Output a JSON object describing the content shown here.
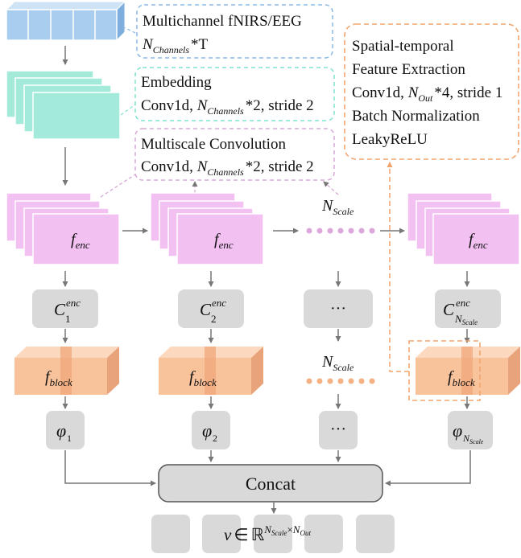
{
  "input_box": {
    "line1": "Multichannel fNIRS/EEG",
    "n": "N",
    "sub": "Channels",
    "rest": "*T"
  },
  "embedding_box": {
    "line1": "Embedding",
    "prefix": "Conv1d, ",
    "n": "N",
    "sub": "Channels",
    "rest": "*2,  stride 2"
  },
  "multiscale_box": {
    "line1": "Multiscale Convolution",
    "prefix": "Conv1d, ",
    "n": "N",
    "sub": "Channels",
    "rest": "*2,  stride 2"
  },
  "spatial_box": {
    "line1": "Spatial-temporal",
    "line2": "Feature Extraction",
    "prefix": "Conv1d, ",
    "n": "N",
    "sub": "Out",
    "rest": "*4,  stride 1",
    "line4": "Batch Normalization",
    "line5": "LeakyReLU"
  },
  "fenc": {
    "f": "f",
    "sub": "enc"
  },
  "fblock": {
    "f": "f",
    "sub": "block"
  },
  "nscale": {
    "n": "N",
    "sub": "Scale"
  },
  "c_labels": {
    "c": "C",
    "sup": "enc",
    "sub1": "1",
    "sub2": "2",
    "subN_n": "N",
    "subN_sub": "Scale"
  },
  "phi_labels": {
    "phi": "φ",
    "sub1": "1",
    "sub2": "2",
    "subN_n": "N",
    "subN_sub": "Scale"
  },
  "ellipsis": "···",
  "concat_label": "Concat",
  "output": {
    "v": "v",
    "in": "∈",
    "R": "ℝ",
    "n1": "N",
    "s1": "Scale",
    "times": "×",
    "n2": "N",
    "s2": "Out"
  },
  "colors": {
    "input": "#8ab8e6",
    "embedding": "#7fe3cf",
    "fenc": "#f0b6ee",
    "block": "#f7c39e",
    "gray": "#d6d6d6",
    "arrow": "#7a7a7a"
  }
}
